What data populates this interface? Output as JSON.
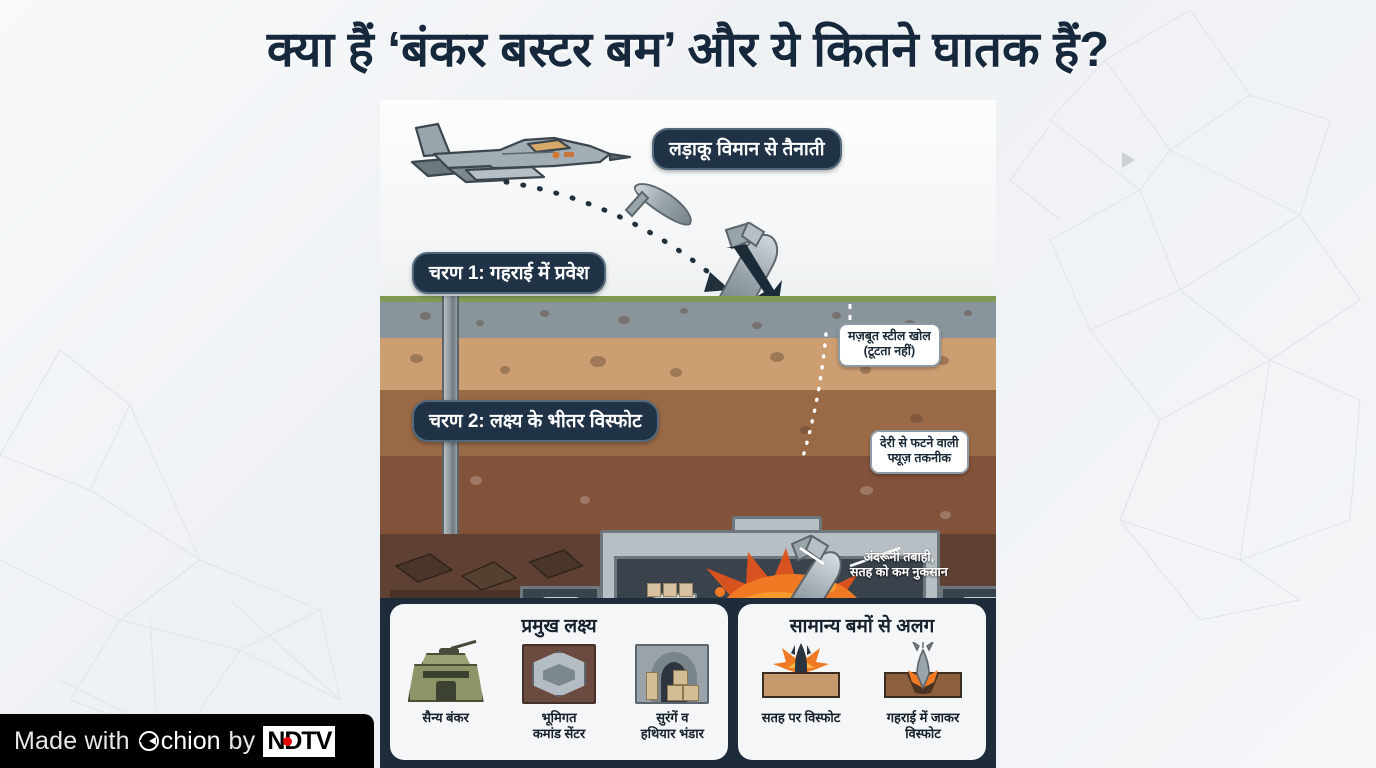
{
  "page": {
    "title": "क्या हैं ‘बंकर बस्टर बम’ और ये कितने घातक हैं?"
  },
  "colors": {
    "background": "#f2f5f7",
    "title_text": "#16283c",
    "pill_bg": "#1f3246",
    "pill_border": "#55697c",
    "card_panel_bg": "#1d2b3a",
    "card_bg": "#f4f6f8",
    "explosion_orange": "#f07021",
    "explosion_yellow": "#fbe07a",
    "soil_tan": "#cd9e72",
    "soil_brown": "#9a6a46",
    "grass_green": "#7f9a55",
    "watermark_bg": "#000000",
    "ndtv_red": "#e60000"
  },
  "poster": {
    "pills": [
      {
        "id": "deployment",
        "label": "लड़ाकू विमान से तैनाती"
      },
      {
        "id": "stage-1",
        "label": "चरण 1: गहराई में प्रवेश"
      },
      {
        "id": "stage-2",
        "label": "चरण 2: लक्ष्य के भीतर विस्फोट"
      }
    ],
    "callouts": [
      {
        "id": "steel-casing",
        "line1": "मज़बूत स्टील खोल",
        "line2": "(टूटता नहीं)"
      },
      {
        "id": "delayed-fuze",
        "line1": "देरी से फटने वाली",
        "line2": "फ्यूज़ तकनीक"
      },
      {
        "id": "internal-damage",
        "line1": "अंदरूनी तबाही,",
        "line2": "सतह को कम नुकसान"
      }
    ]
  },
  "cards": {
    "targets": {
      "title": "प्रमुख लक्ष्य",
      "items": [
        {
          "id": "military-bunker",
          "icon": "bunker-icon",
          "line1": "सैन्य बंकर",
          "line2": ""
        },
        {
          "id": "command-center",
          "icon": "command-center-icon",
          "line1": "भूमिगत",
          "line2": "कमांड सेंटर"
        },
        {
          "id": "tunnels-arms",
          "icon": "tunnel-icon",
          "line1": "सुरंगें व",
          "line2": "हथियार भंडार"
        }
      ]
    },
    "compare": {
      "title": "सामान्य बमों से अलग",
      "items": [
        {
          "id": "surface-blast",
          "icon": "surface-explosion-icon",
          "line1": "सतह पर विस्फोट",
          "line2": ""
        },
        {
          "id": "deep-blast",
          "icon": "penetrating-explosion-icon",
          "line1": "गहराई में जाकर",
          "line2": "विस्फोट"
        }
      ]
    }
  },
  "watermark": {
    "made_with": "Made with",
    "brand": "chion",
    "by": "by",
    "publisher": "NDTV"
  }
}
